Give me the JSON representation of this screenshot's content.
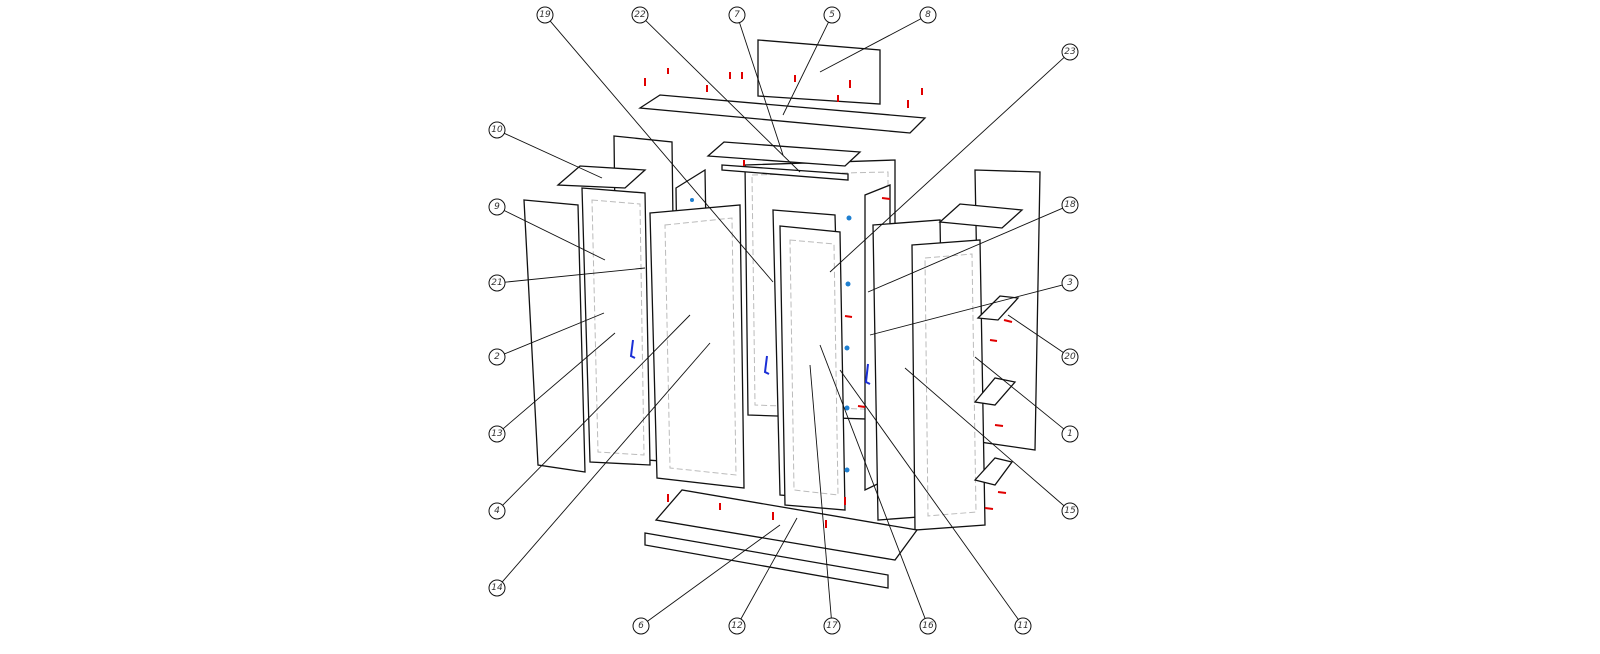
{
  "diagram": {
    "type": "exploded-assembly",
    "colors": {
      "lines": "#111111",
      "hidden_lines": "#bbbbbb",
      "fasteners": "#e00000",
      "handles": "#1a2fd6",
      "hinges": "#1e7fd0"
    },
    "callouts": {
      "top": [
        "19",
        "22",
        "7",
        "5",
        "8"
      ],
      "right": [
        "23",
        "18",
        "3",
        "20",
        "1",
        "15"
      ],
      "left": [
        "10",
        "9",
        "21",
        "2",
        "13",
        "4",
        "14"
      ],
      "bottom": [
        "6",
        "12",
        "17",
        "16",
        "11"
      ]
    }
  }
}
